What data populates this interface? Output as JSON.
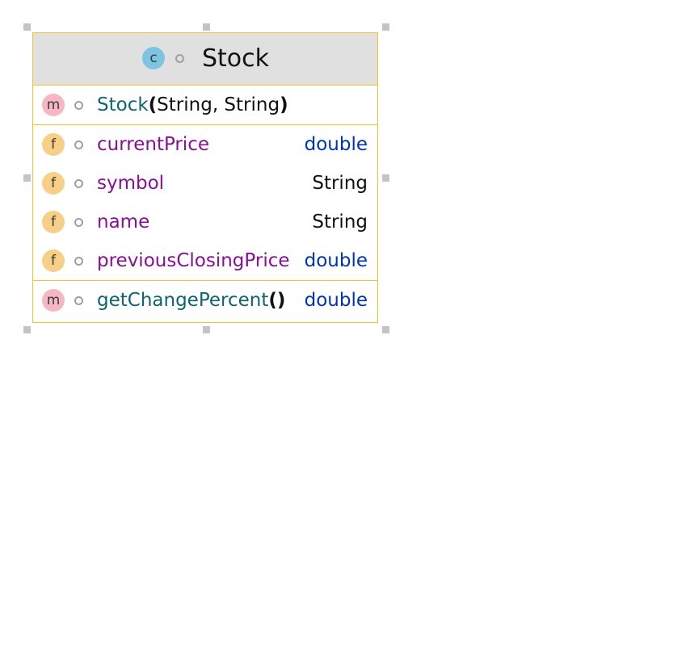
{
  "class": {
    "kind_glyph": "c",
    "name": "Stock",
    "kind_color": "#7ec3e0"
  },
  "constructors": [
    {
      "kind_glyph": "m",
      "name": "Stock",
      "open": "(",
      "params": "String, String",
      "close": ")"
    }
  ],
  "fields": [
    {
      "kind_glyph": "f",
      "name": "currentPrice",
      "type": "double"
    },
    {
      "kind_glyph": "f",
      "name": "symbol",
      "type": "String"
    },
    {
      "kind_glyph": "f",
      "name": "name",
      "type": "String"
    },
    {
      "kind_glyph": "f",
      "name": "previousClosingPrice",
      "type": "double"
    }
  ],
  "methods": [
    {
      "kind_glyph": "m",
      "name": "getChangePercent",
      "parens": "()",
      "type": "double"
    }
  ],
  "colors": {
    "border": "#f4c430",
    "header_bg": "#e0e0e0",
    "method_badge": "#f6b7c4",
    "field_badge": "#f8cf86",
    "method_name": "#0e6470",
    "field_name": "#871094",
    "primitive_type": "#0033b3"
  },
  "icons": {
    "class": "class-icon",
    "method": "method-icon",
    "field": "field-icon",
    "visibility": "package-private-visibility-icon",
    "handle": "selection-handle"
  }
}
